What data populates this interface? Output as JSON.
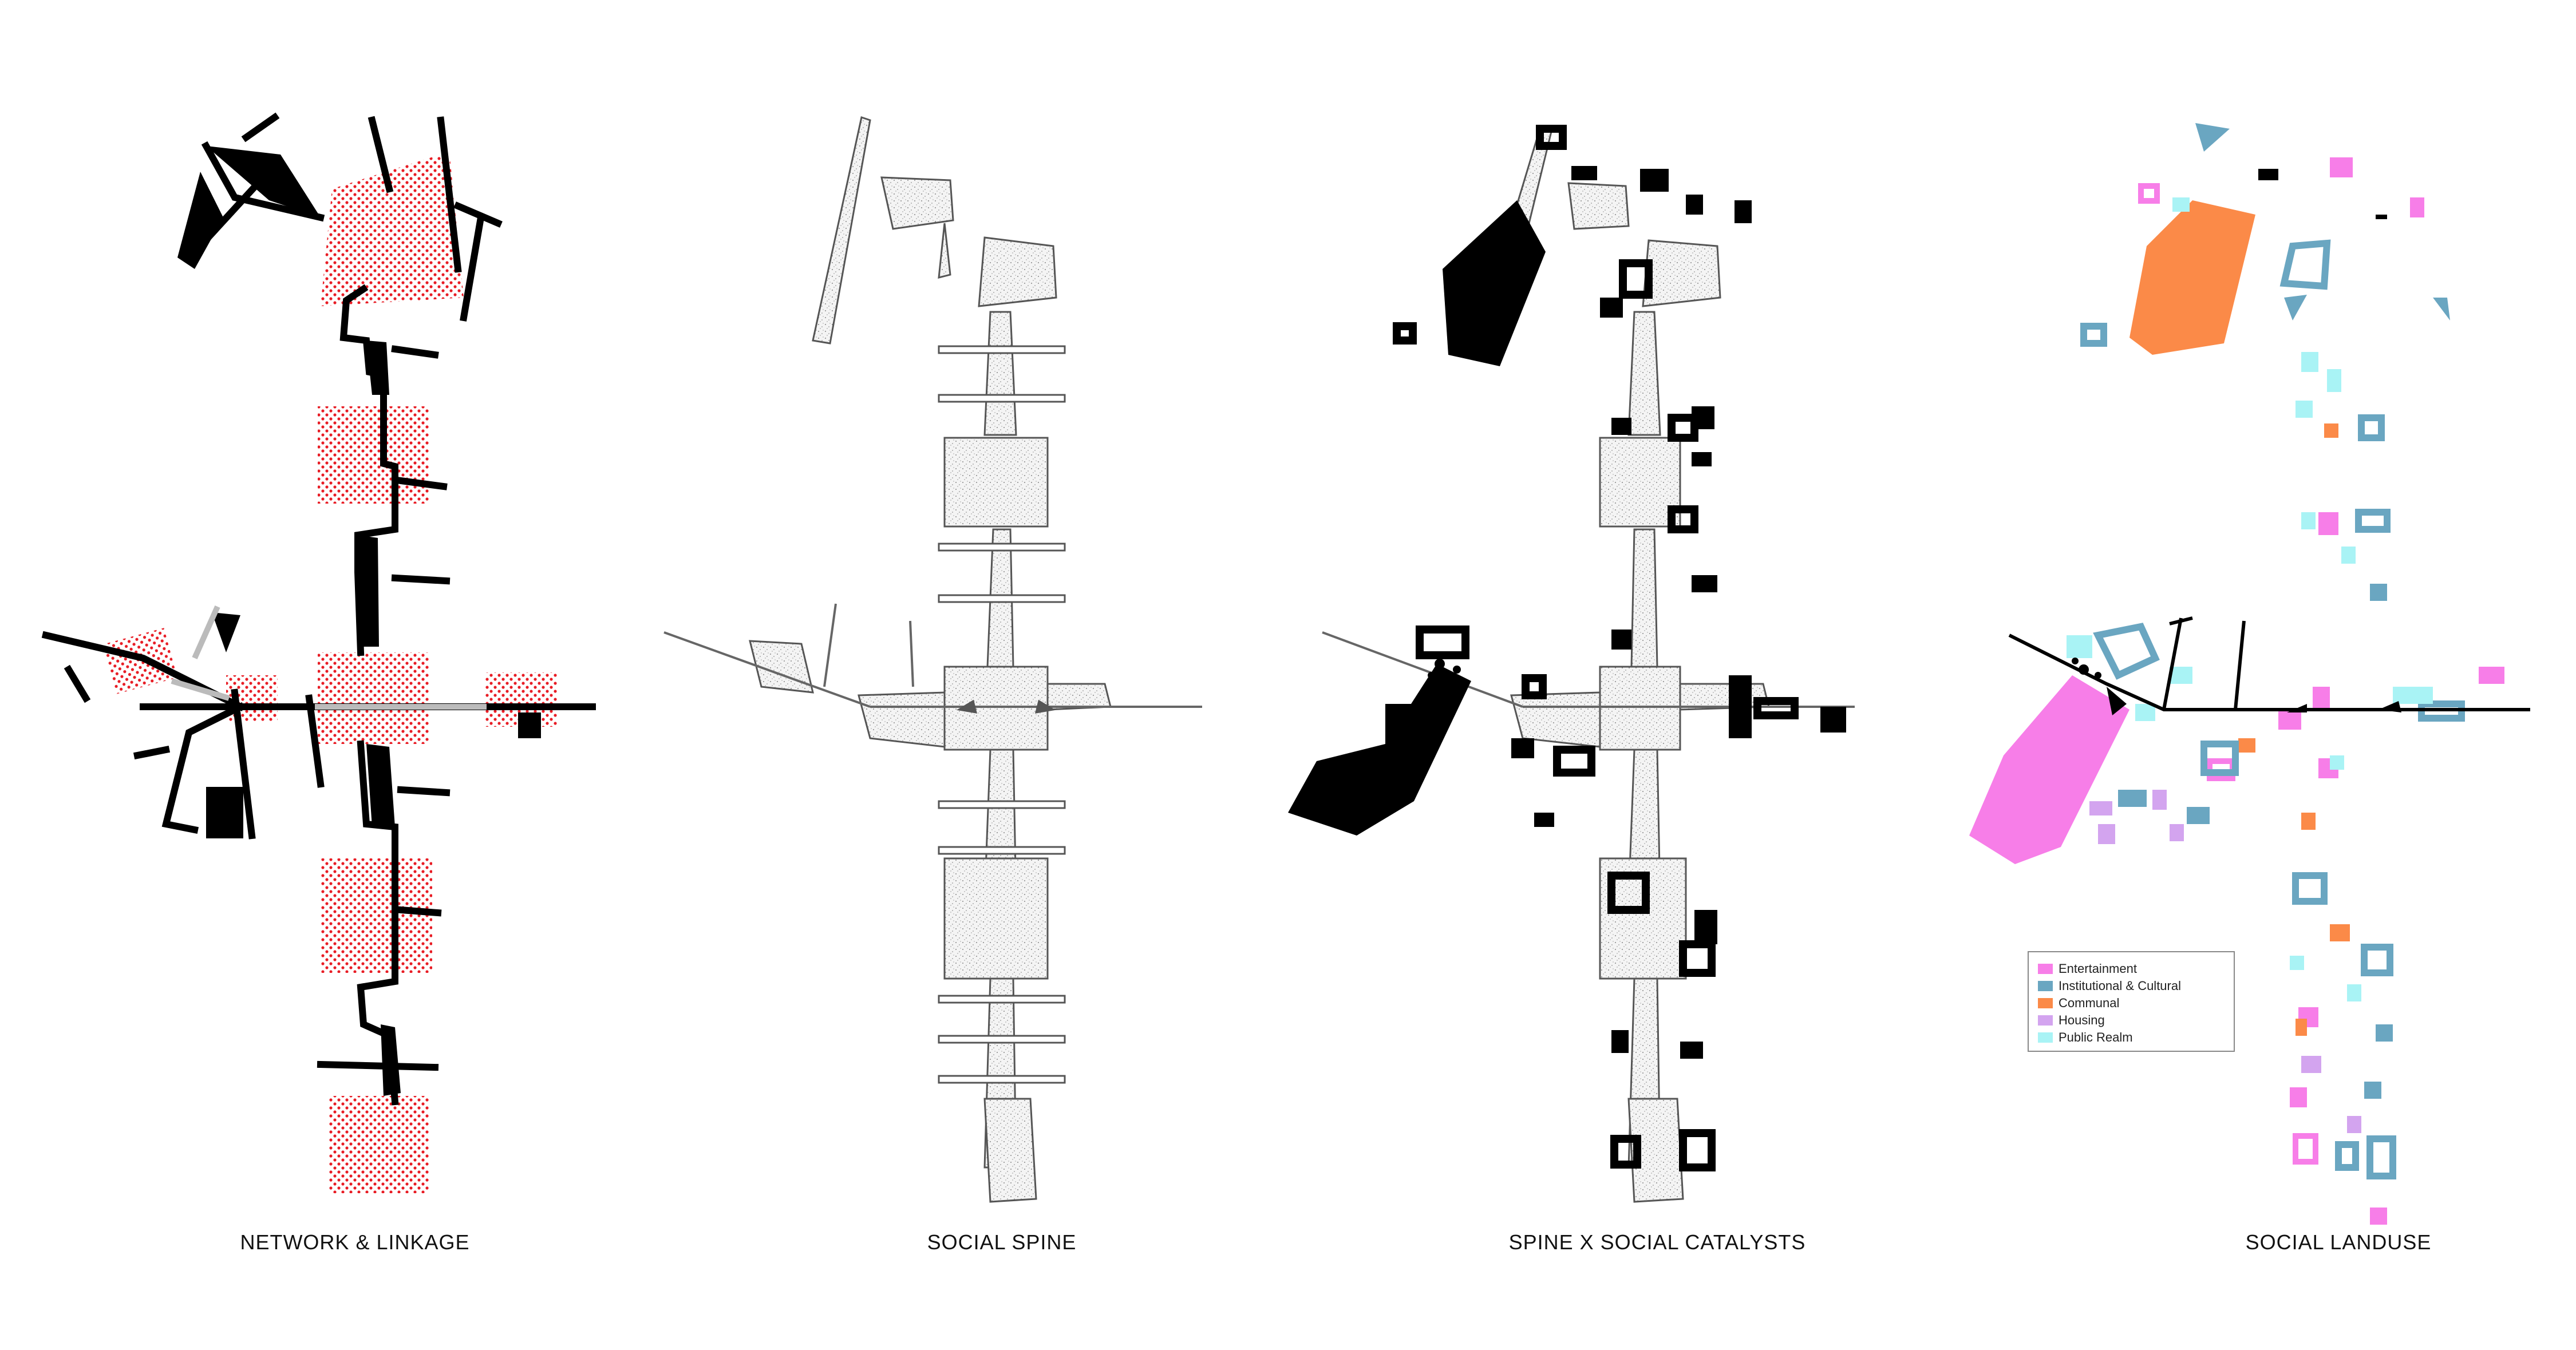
{
  "panels": [
    {
      "title": "NETWORK & LINKAGE"
    },
    {
      "title": "SOCIAL SPINE"
    },
    {
      "title": "SPINE X SOCIAL CATALYSTS"
    },
    {
      "title": "SOCIAL LANDUSE"
    }
  ],
  "legend": {
    "items": [
      {
        "label": "Entertainment",
        "color": "#f77ee8"
      },
      {
        "label": "Institutional & Cultural",
        "color": "#6aa6c1"
      },
      {
        "label": "Communal",
        "color": "#fb8a48"
      },
      {
        "label": "Housing",
        "color": "#d3a4ef"
      },
      {
        "label": "Public Realm",
        "color": "#a9f3f5"
      }
    ]
  },
  "colors": {
    "ink": "#000000",
    "node_red": "#e81d25",
    "spine_fill": "#f2f2f2",
    "spine_stroke": "#555555"
  }
}
